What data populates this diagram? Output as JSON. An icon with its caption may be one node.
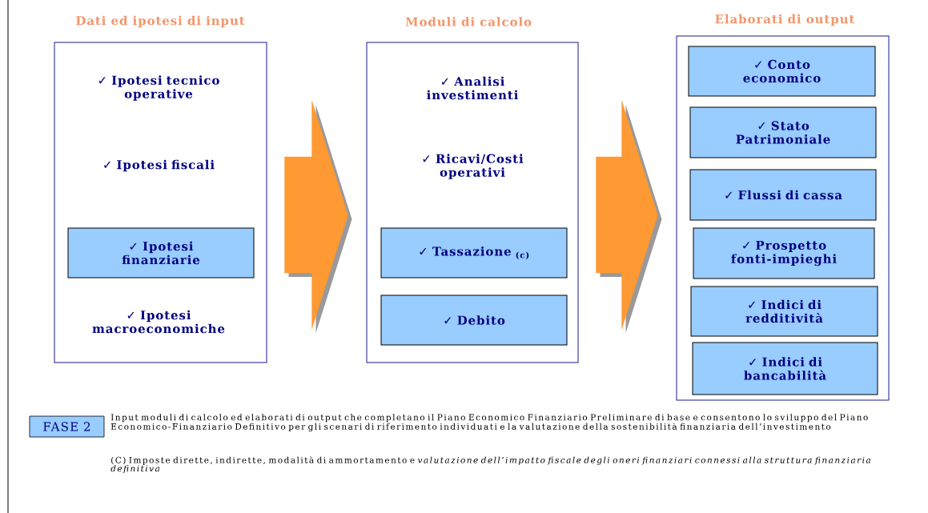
{
  "diagram": {
    "nodes": [
      {
        "text": [
          "Dati ed ipotesi di input",
          "✓ Ipotesi tecnico operative",
          "✓ Ipotesi fiscali",
          "✓ Ipotesi macroeconomiche"
        ]
      },
      {
        "text": [
          "✓ Ipotesi finanziarie"
        ],
        "in": 0
      },
      {
        "text": [
          "Moduli di calcolo",
          "✓ Analisi investimenti",
          "✓ Ricavi/Costi operativi"
        ]
      },
      {
        "text": [
          "✓ Tassazione $_{(c)}$"
        ],
        "in": 2
      },
      {
        "text": [
          "✓ Debito"
        ],
        "in": 2
      },
      {
        "text": [
          "Elaborati di output"
        ]
      },
      {
        "text": [
          "✓ Conto economico"
        ],
        "in": 5
      },
      {
        "text": [
          "✓ Stato Patrimoniale"
        ],
        "in": 5
      },
      {
        "text": [
          "✓ Flussi di cassa"
        ],
        "in": 5
      },
      {
        "text": [
          "✓ Prospetto fonti-impieghi"
        ],
        "in": 5
      },
      {
        "text": [
          "✓ Indici di redditività"
        ],
        "in": 5
      },
      {
        "text": [
          "✓ Indici di bancabilità"
        ],
        "in": 5
      },
      {
        "text": [
          "FASE 2"
        ]
      }
    ],
    "edges": [
      {
        "from": 0,
        "to": 2,
        "arrow": "to"
      },
      {
        "from": 2,
        "to": 5,
        "arrow": "to"
      }
    ],
    "labels": [
      "Input moduli di calcolo ed elaborati di output che completano il Piano Economico Finanziario Preliminare di base e consentono lo sviluppo del Piano Economico-Finanziario Definitivo per gli scenari di riferimento individuati e la valutazione della sostenibilità finanziaria dell’investimento",
      "(C) Imposte dirette, indirette, modalità di ammortamento e *valutazione dell’impatto fiscale degli oneri finanziari connessi alla struttura finanziaria definitiva*"
    ]
  }
}
